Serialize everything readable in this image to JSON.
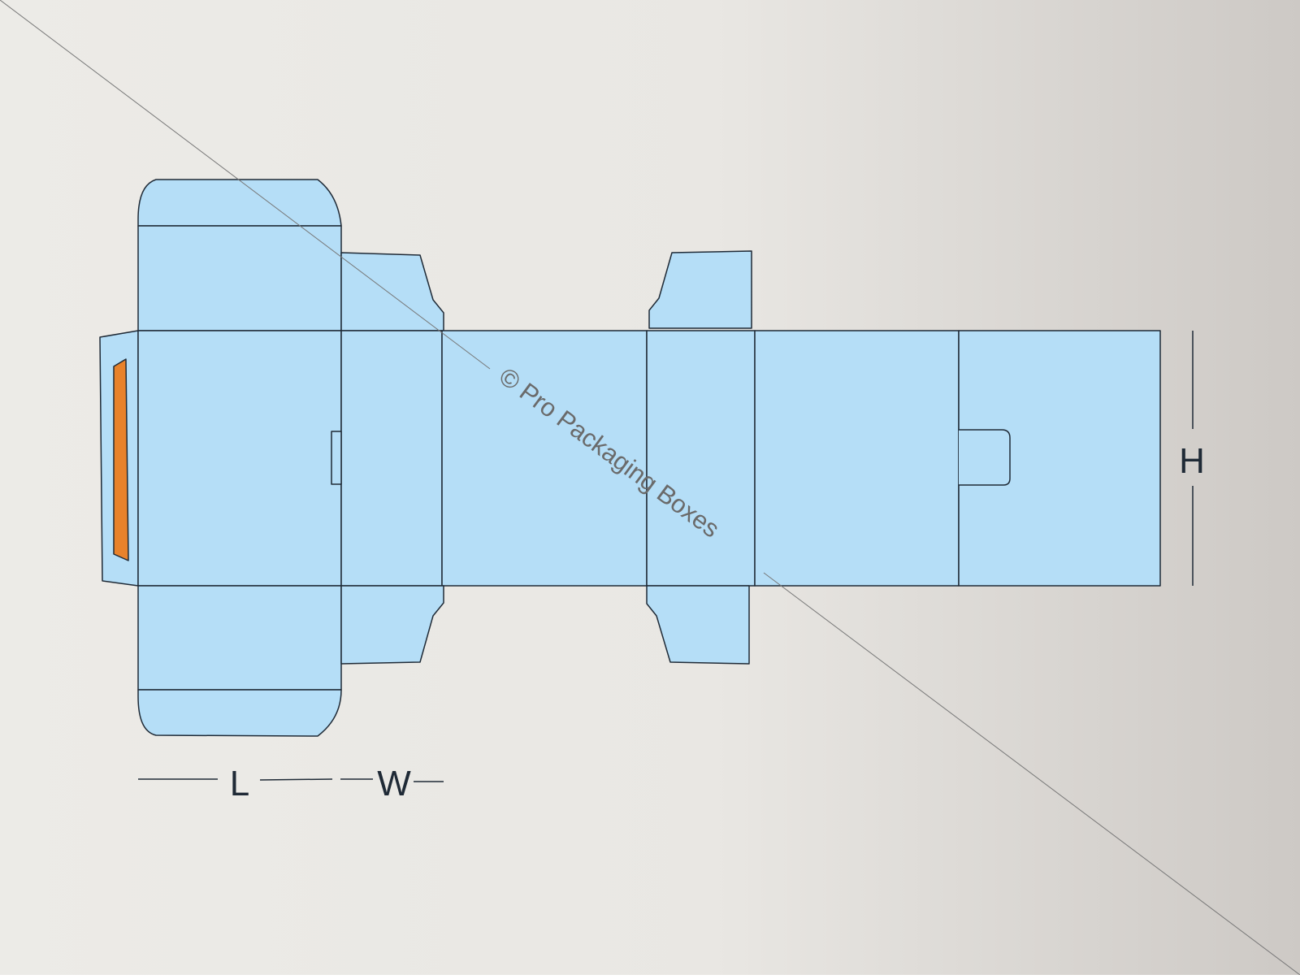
{
  "watermark": "© Pro Packaging Boxes",
  "dimensions": {
    "length_label": "L",
    "width_label": "W",
    "height_label": "H"
  },
  "colors": {
    "background_left": "#ecebe7",
    "background_right": "#cdc9c5",
    "panel_fill": "#b5def7",
    "outline": "#1f2a36",
    "window_fill": "#e8822b",
    "watermark_text": "#6a6a6a",
    "guide_line": "#777777"
  }
}
